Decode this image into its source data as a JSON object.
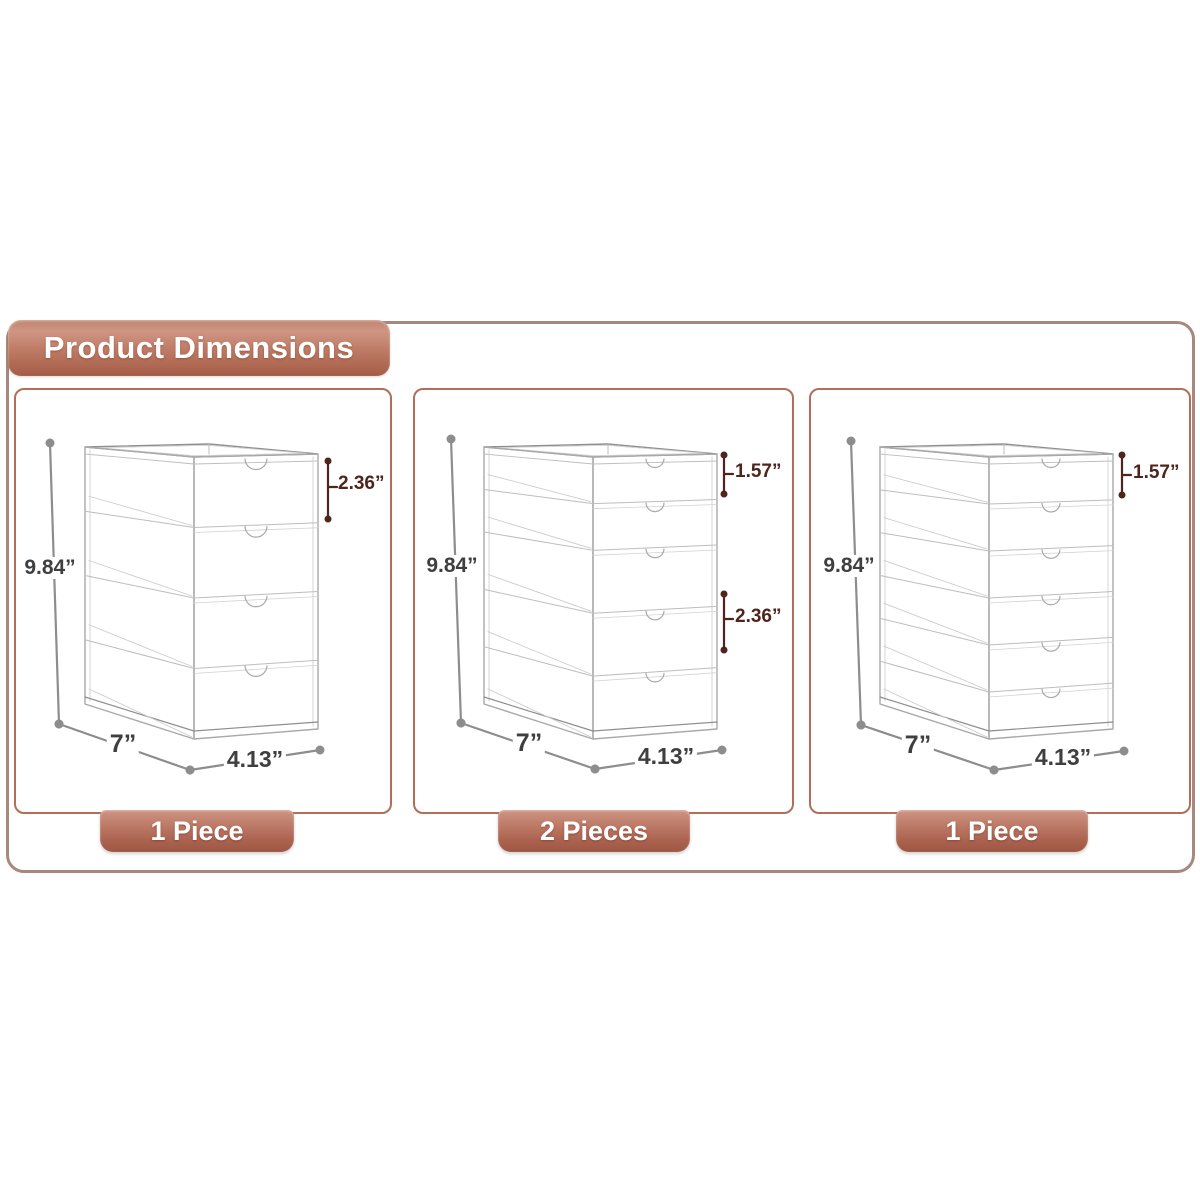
{
  "header": {
    "title": "Product Dimensions"
  },
  "panels": [
    {
      "drawer_count": 4,
      "dims": {
        "height": "9.84”",
        "depth": "7”",
        "width": "4.13”"
      },
      "drawer_dims": [
        {
          "label": "2.36”"
        }
      ],
      "badge": "1 Piece"
    },
    {
      "drawer_count": 5,
      "dims": {
        "height": "9.84”",
        "depth": "7”",
        "width": "4.13”"
      },
      "drawer_dims": [
        {
          "label": "1.57”"
        },
        {
          "label": "2.36”"
        }
      ],
      "badge": "2 Pieces"
    },
    {
      "drawer_count": 6,
      "dims": {
        "height": "9.84”",
        "depth": "7”",
        "width": "4.13”"
      },
      "drawer_dims": [
        {
          "label": "1.57”"
        }
      ],
      "badge": "1 Piece"
    }
  ],
  "colors": {
    "accent_copper": "#b4705c",
    "frame_border": "#a8887c",
    "panel_border": "#b26e59",
    "dim_text_dark": "#3f3f3f",
    "dim_maroon": "#4e241d",
    "dim_gray": "#8d8d8d",
    "wireframe_gray": "#a9a9a9"
  }
}
